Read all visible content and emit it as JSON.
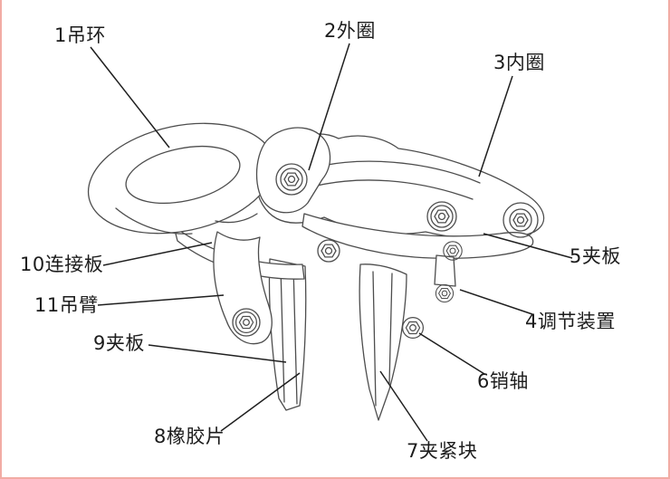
{
  "theme": {
    "page-bg": "#ffffff",
    "label-color": "#1c1c1c",
    "line-color": "#4d4d4d",
    "leader-color": "#1f1f1f",
    "edge-color": "#f2aca4"
  },
  "diagram": {
    "labels": [
      {
        "text": "1吊环"
      },
      {
        "text": "2外圈"
      },
      {
        "text": "3内圈"
      },
      {
        "text": "4调节装置"
      },
      {
        "text": "5夹板"
      },
      {
        "text": "6销轴"
      },
      {
        "text": "7夹紧块"
      },
      {
        "text": "8橡胶片"
      },
      {
        "text": "9夹板"
      },
      {
        "text": "10连接板"
      },
      {
        "text": "11吊臂"
      }
    ]
  }
}
